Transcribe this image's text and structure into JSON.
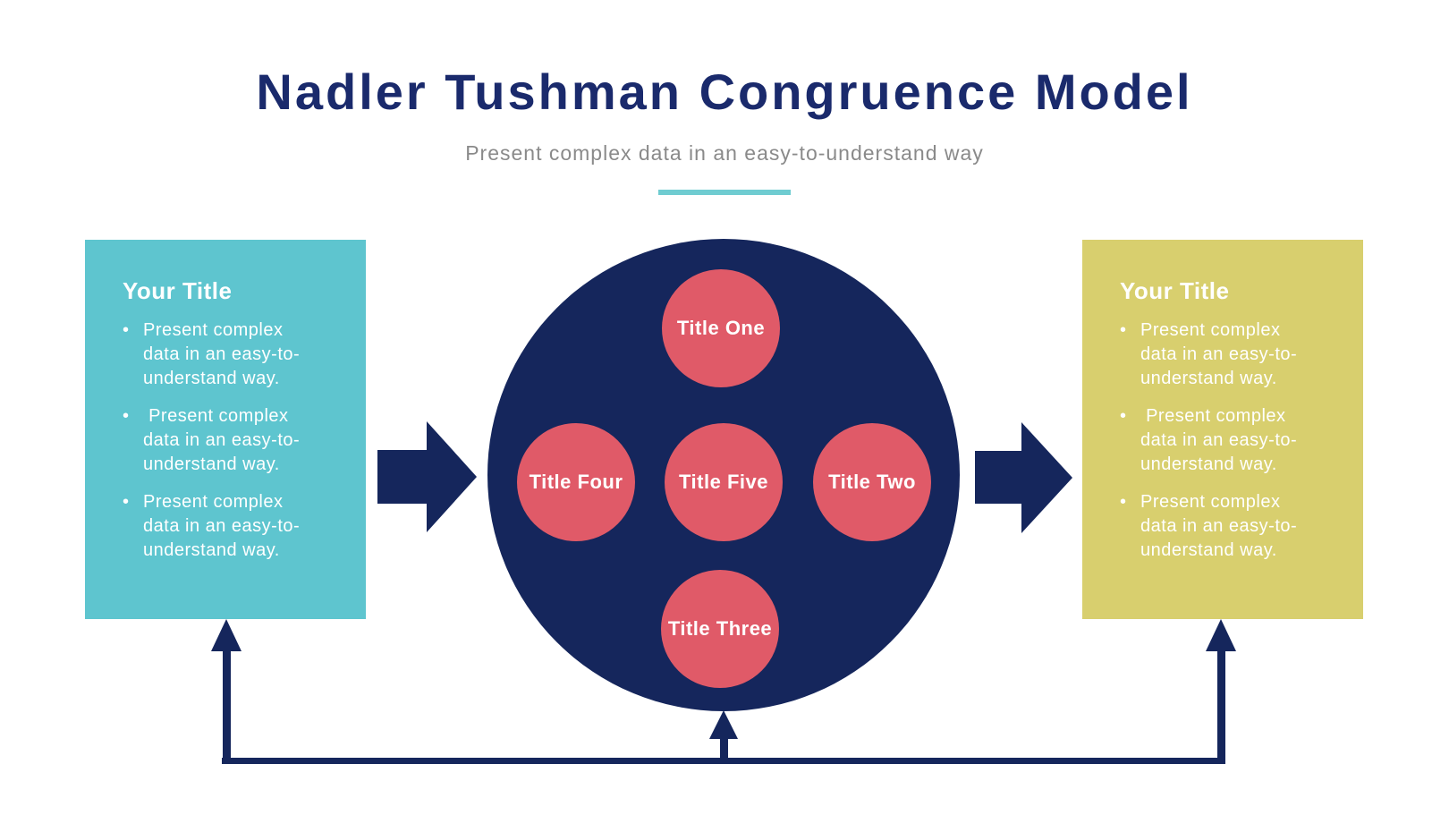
{
  "page": {
    "title": "Nadler Tushman Congruence Model",
    "subtitle": "Present complex data in an easy-to-understand way"
  },
  "bullet_char": "•",
  "left_panel": {
    "title": "Your Title",
    "bullets": [
      "Present complex\ndata in an easy-to-\nunderstand way.",
      " Present complex\ndata in an easy-to-\nunderstand way.",
      "Present complex\ndata in an easy-to-\nunderstand way."
    ]
  },
  "right_panel": {
    "title": "Your Title",
    "bullets": [
      "Present complex\ndata in an easy-to-\nunderstand way.",
      " Present complex\ndata in an easy-to-\nunderstand way.",
      "Present complex\ndata in an easy-to-\nunderstand way."
    ]
  },
  "diagram": {
    "circles": [
      {
        "label": "Title One"
      },
      {
        "label": "Title Two"
      },
      {
        "label": "Title Three"
      },
      {
        "label": "Title Four"
      },
      {
        "label": "Title Five"
      }
    ]
  },
  "colors": {
    "navy": "#15265C",
    "red": "#E05A68",
    "teal": "#5EC5CF",
    "yellow": "#D8CF6E",
    "title_navy": "#1A2A6C",
    "subtitle_gray": "#8A8A8A",
    "underline_teal": "#6FCCD1"
  }
}
